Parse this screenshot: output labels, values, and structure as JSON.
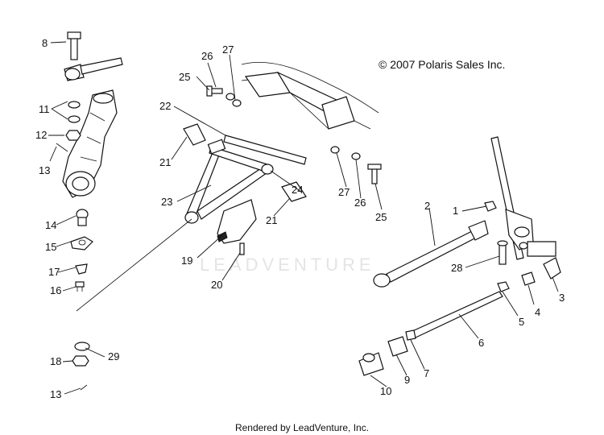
{
  "copyright": "© 2007 Polaris Sales Inc.",
  "footer": "Rendered by LeadVenture, Inc.",
  "watermark": "LEADVENTURE",
  "callouts": {
    "c1": "1",
    "c2": "2",
    "c3": "3",
    "c4": "4",
    "c5": "5",
    "c6": "6",
    "c7": "7",
    "c8": "8",
    "c9": "9",
    "c10": "10",
    "c11": "11",
    "c12": "12",
    "c13a": "13",
    "c13b": "13",
    "c14": "14",
    "c15": "15",
    "c16": "16",
    "c17": "17",
    "c18": "18",
    "c19": "19",
    "c20": "20",
    "c21a": "21",
    "c21b": "21",
    "c22": "22",
    "c23": "23",
    "c24": "24",
    "c25a": "25",
    "c25b": "25",
    "c26a": "26",
    "c26b": "26",
    "c27a": "27",
    "c27b": "27",
    "c28": "28",
    "c29": "29"
  }
}
